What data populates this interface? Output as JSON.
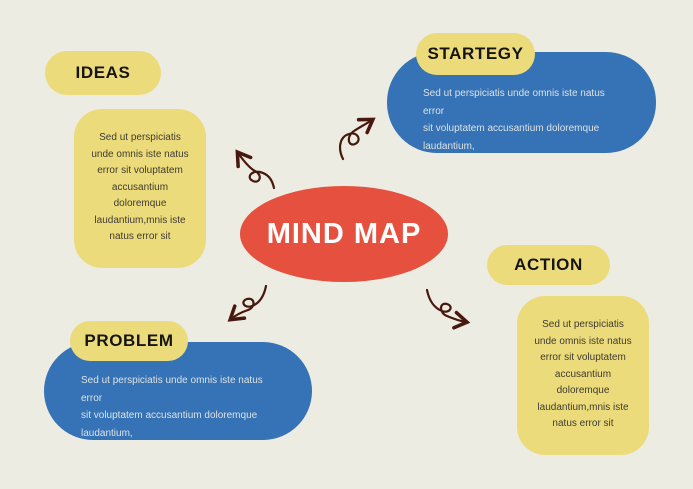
{
  "diagram": {
    "type": "mind-map",
    "center": {
      "title": "MIND MAP"
    },
    "nodes": {
      "ideas": {
        "label": "IDEAS",
        "body": "Sed ut perspiciatis\nunde omnis iste natus\nerror sit voluptatem\naccusantium\ndoloremque\nlaudantium,mnis iste\nnatus error sit"
      },
      "strategy": {
        "label": "STARTEGY",
        "body": "Sed ut perspiciatis unde omnis iste natus error\nsit voluptatem accusantium doloremque\nlaudantium,"
      },
      "problem": {
        "label": "PROBLEM",
        "body": "Sed ut perspiciatis unde omnis iste natus error\nsit voluptatem accusantium doloremque\nlaudantium,"
      },
      "action": {
        "label": "ACTION",
        "body": "Sed ut perspiciatis\nunde omnis iste natus\nerror sit voluptatem\naccusantium\ndoloremque\nlaudantium,mnis iste\nnatus error sit"
      }
    },
    "icons": [
      "curly-arrow-up-left-icon",
      "curly-arrow-up-right-icon",
      "curly-arrow-down-left-icon",
      "curly-arrow-down-right-icon"
    ],
    "colors": {
      "background": "#EDECE2",
      "yellow": "#ECDB7B",
      "blue": "#3572B6",
      "red": "#E6503F",
      "arrow": "#47180E",
      "label_text": "#171513",
      "yellow_body_text": "#3E3B32",
      "blue_body_text": "#DCE2E4",
      "center_title_text": "#FFFFFF"
    }
  }
}
